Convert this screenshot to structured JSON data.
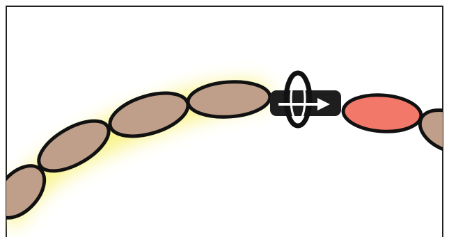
{
  "diagram": {
    "colors": {
      "background": "#ffffff",
      "frame": "#222222",
      "outline": "#111111",
      "segment_fill": "#bf9f8a",
      "active_segment_fill": "#f2786a",
      "glow": "#f7f171",
      "connector_fill": "#1e1e1e",
      "arrow": "#ffffff"
    },
    "segments": [
      {
        "name": "segment-1",
        "state": "glowing"
      },
      {
        "name": "segment-2",
        "state": "glowing"
      },
      {
        "name": "segment-3",
        "state": "glowing"
      },
      {
        "name": "segment-4",
        "state": "glowing"
      },
      {
        "name": "segment-5",
        "state": "highlighted"
      },
      {
        "name": "segment-6",
        "state": "normal"
      }
    ],
    "connector": {
      "icon": "arrow-right-icon",
      "ring_icon": "ring-icon"
    }
  }
}
